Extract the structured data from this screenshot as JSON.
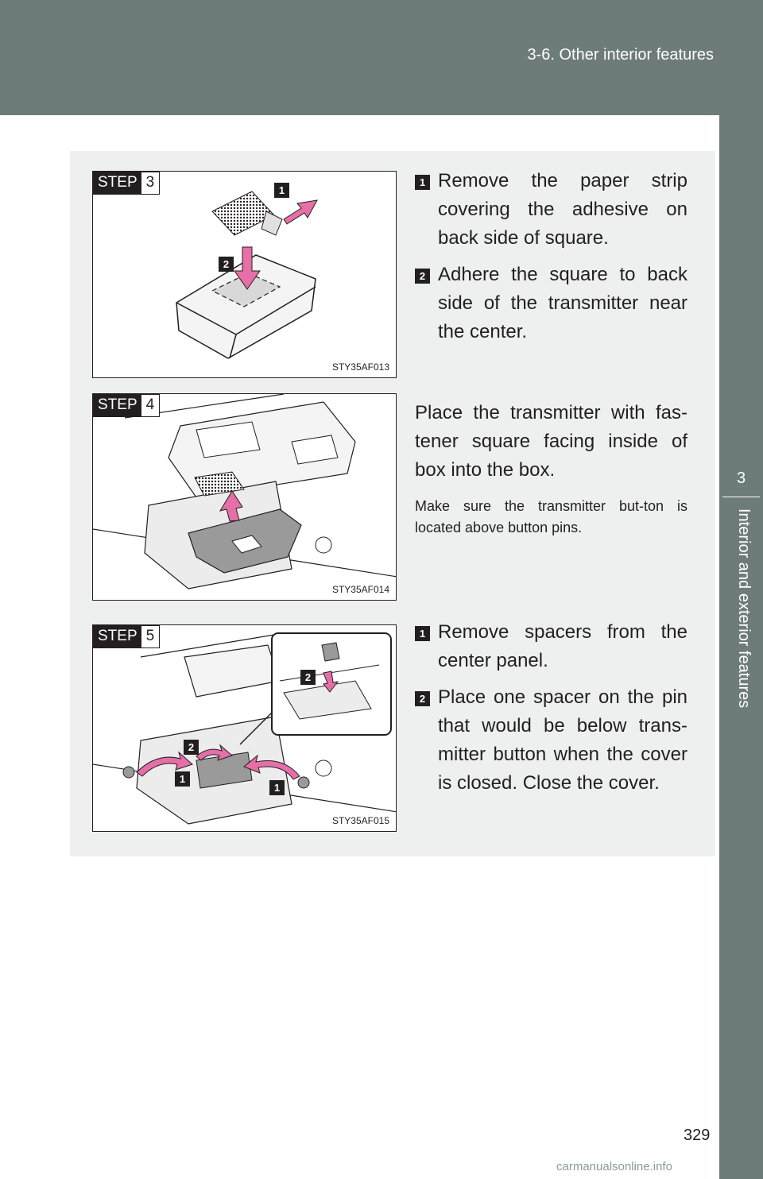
{
  "header": {
    "section_title": "3-6. Other interior features"
  },
  "side_tab": {
    "number": "3",
    "label": "Interior and exterior features"
  },
  "steps": [
    {
      "step_word": "STEP",
      "step_num": "3",
      "figure_code": "STY35AF013",
      "callouts": [
        "1",
        "2"
      ],
      "items": [
        {
          "num": "1",
          "text": "Remove the paper strip covering the adhesive on back side of square."
        },
        {
          "num": "2",
          "text": "Adhere the square to back side of the transmitter near the center."
        }
      ]
    },
    {
      "step_word": "STEP",
      "step_num": "4",
      "figure_code": "STY35AF014",
      "text": "Place the transmitter with fas-tener square facing inside of box into the box.",
      "note": "Make sure the transmitter but-ton is located above button pins."
    },
    {
      "step_word": "STEP",
      "step_num": "5",
      "figure_code": "STY35AF015",
      "callouts": [
        "2",
        "2",
        "1",
        "1"
      ],
      "items": [
        {
          "num": "1",
          "text": "Remove spacers from the center panel."
        },
        {
          "num": "2",
          "text": "Place one spacer on the pin that would be below trans-mitter button when the cover is closed. Close the cover."
        }
      ]
    }
  ],
  "page_number": "329",
  "watermark": "carmanualsonline.info",
  "colors": {
    "header": "#6e7b7b",
    "panel": "#eef0f0",
    "arrow": "#e56fa6",
    "ink": "#231f20"
  }
}
